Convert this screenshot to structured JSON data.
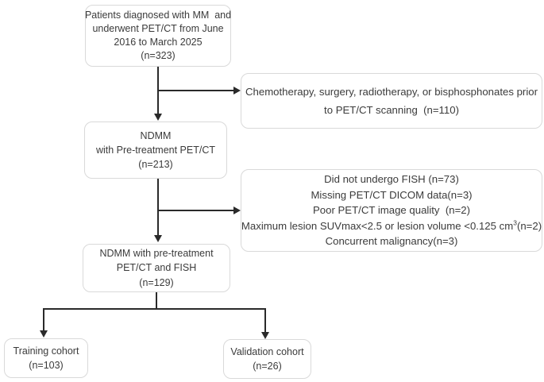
{
  "flowchart": {
    "colors": {
      "box_border": "#d9d9d9",
      "text": "#3b3b3b",
      "arrow": "#2a2a2a",
      "background": "#ffffff"
    },
    "boxes": {
      "patients": {
        "lines": [
          "Patients diagnosed with MM  and",
          "underwent PET/CT from June",
          "2016 to March 2025",
          "(n=323)"
        ]
      },
      "exclusion_prior_treatment": {
        "lines": [
          "Chemotherapy, surgery, radiotherapy, or bisphosphonates prior",
          "to PET/CT scanning  (n=110)"
        ]
      },
      "ndmm_pretreatment": {
        "lines": [
          "NDMM",
          "with Pre-treatment PET/CT",
          "(n=213)"
        ]
      },
      "exclusion_criteria": {
        "lines": [
          "Did not undergo FISH (n=73)",
          "Missing PET/CT DICOM data(n=3)",
          "Poor PET/CT image quality  (n=2)"
        ],
        "suvmax_line": {
          "pre": "Maximum lesion SUVmax<2.5 or lesion volume <0.125 cm",
          "sup": "3",
          "post": "(n=2)"
        },
        "last_line": "Concurrent malignancy(n=3)"
      },
      "ndmm_fish": {
        "lines": [
          "NDMM with pre-treatment",
          "PET/CT and FISH",
          "(n=129)"
        ]
      },
      "training_cohort": {
        "lines": [
          "Training cohort",
          "(n=103)"
        ]
      },
      "validation_cohort": {
        "lines": [
          "Validation cohort",
          "(n=26)"
        ]
      }
    }
  }
}
